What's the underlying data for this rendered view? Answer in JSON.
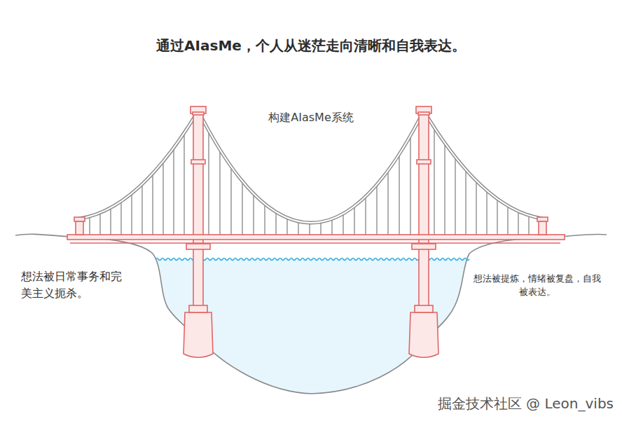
{
  "diagram": {
    "title": "通过AIasMe，个人从迷茫走向清晰和自我表达。",
    "labels": [
      "构建AIasMe系统",
      "想法被日常事务和完美主义扼杀。",
      "想法被提炼，情绪被复盘，自我被表达。",
      "掘金技术社区 @ Leon_vibs"
    ]
  }
}
